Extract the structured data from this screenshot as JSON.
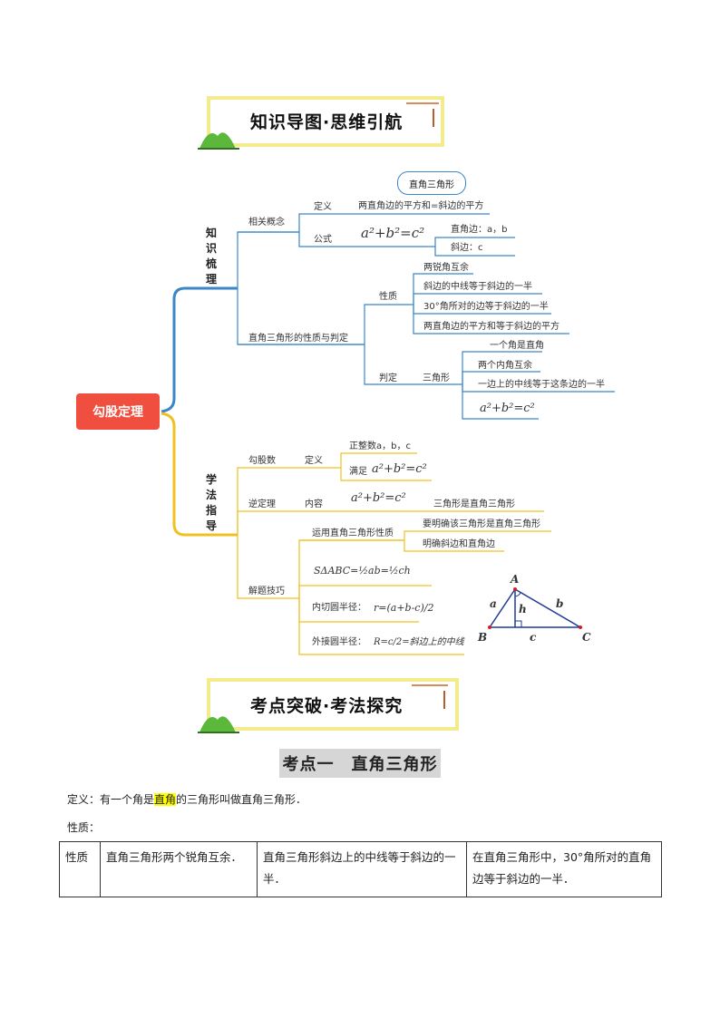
{
  "banner1": {
    "title": "知识导图·思维引航"
  },
  "banner2": {
    "title": "考点突破·考法探究"
  },
  "mindmap": {
    "root": "勾股定理",
    "branch1_chars": [
      "知",
      "识",
      "梳",
      "理"
    ],
    "branch2_chars": [
      "学",
      "法",
      "指",
      "导"
    ],
    "related_concepts": "相关概念",
    "definition": "定义",
    "definition_text": "两直角边的平方和=斜边的平方",
    "bubble": "直角三角形",
    "formula": "公式",
    "formula_eq": "a²+b²=c²",
    "legs": "直角边：a，b",
    "hypotenuse": "斜边：c",
    "props_and_judge": "直角三角形的性质与判定",
    "properties": "性质",
    "prop_items": [
      "两锐角互余",
      "斜边的中线等于斜边的一半",
      "30°角所对的边等于斜边的一半",
      "两直角边的平方和等于斜边的平方"
    ],
    "judge": "判定",
    "triangle": "三角形",
    "judge_items": [
      "一个角是直角",
      "两个内角互余",
      "一边上的中线等于这条边的一半"
    ],
    "judge_eq": "a²+b²=c²",
    "pythagorean_numbers": "勾股数",
    "pn_definition": "定义",
    "positive_integers": "正整数a，b，c",
    "satisfy": "满足",
    "satisfy_eq": "a²+b²=c²",
    "converse": "逆定理",
    "content": "内容",
    "converse_eq": "a²+b²=c²",
    "converse_result": "三角形是直角三角形",
    "techniques": "解题技巧",
    "use_props": "运用直角三角形性质",
    "use_items": [
      "要明确该三角形是直角三角形",
      "明确斜边和直角边"
    ],
    "area_formula": "SΔABC=½ab=½ch",
    "inradius_label": "内切圆半径：",
    "inradius_formula": "r=(a+b-c)/2",
    "circumradius_label": "外接圆半径：",
    "circumradius_formula": "R=c/2=斜边上的中线",
    "triangle_labels": {
      "A": "A",
      "B": "B",
      "C": "C",
      "a": "a",
      "b": "b",
      "c": "c",
      "h": "h"
    }
  },
  "section": {
    "title": "考点一　直角三角形"
  },
  "definition_line": {
    "prefix": "定义：有一个角是",
    "highlight": "直角",
    "suffix": "的三角形叫做直角三角形．"
  },
  "properties_label": "性质：",
  "prop_table": {
    "header": "性质",
    "cells": [
      "直角三角形两个锐角互余．",
      "直角三角形斜边上的中线等于斜边的一半．",
      "在直角三角形中，30°角所对的直角边等于斜边的一半．"
    ]
  },
  "colors": {
    "blue": "#3a86c8",
    "yellow": "#f0c020",
    "root_red": "#f04e3e",
    "banner_yellow": "#f4ec8c",
    "hill_green": "#5cb83a",
    "highlight": "#ffff00"
  }
}
